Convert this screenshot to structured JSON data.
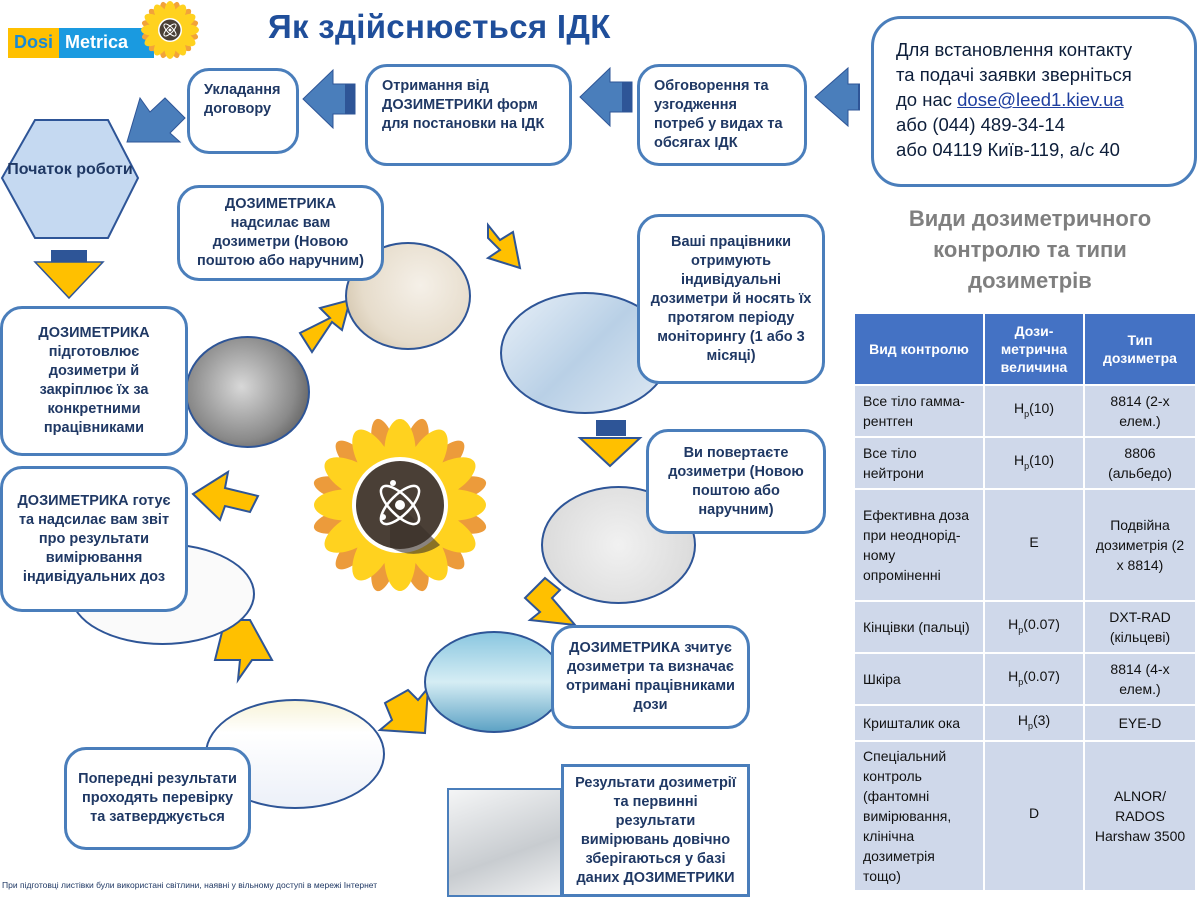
{
  "header": {
    "logo_part1": "Dosi",
    "logo_part2": "Metrica",
    "title": "Як здійснюється ІДК"
  },
  "contact": {
    "line1": "Для встановлення контакту",
    "line2": "та подачі заявки зверніться",
    "line3_prefix": "до нас ",
    "email": "dose@leed1.kiev.ua",
    "line4": "або (044) 489-34-14",
    "line5": "або 04119 Київ-119, а/с  40"
  },
  "flow": {
    "start": "Початок роботи",
    "steps": [
      "Обговорення та узгодження потреб у видах та обсягах ІДК",
      "Отримання від ДОЗИМЕТРИКИ форм для постановки на ІДК",
      "Укладання договору",
      "ДОЗИМЕТРИКА підготовлює дозиметри й закріплює їх за конкретними працівниками",
      "ДОЗИМЕТРИКА надсилає вам дозиметри (Новою поштою  або наручним)",
      "Ваші працівники отримують індивідуальні дозиметри й носять їх протягом періоду моніторингу (1 або 3 місяці)",
      "Ви повертаєте дозиметри (Новою поштою або наручним)",
      "ДОЗИМЕТРИКА зчитує дозиметри та визначає отримані працівниками дози",
      "Результати дозиметрії та первинні результати вимірювань довічно зберігаються у базі даних ДОЗИМЕТРИКИ",
      "Попередні результати проходять перевірку та затверджується",
      "ДОЗИМЕТРИКА готує та надсилає вам звіт про результати вимірювання індивідуальних доз"
    ]
  },
  "table_section": {
    "title": "Види дозиметричного контролю та типи дозиметрів",
    "headers": [
      "Вид контролю",
      "Дози-метрична величина",
      "Тип дозиметра"
    ],
    "rows": [
      {
        "type": "Все тіло гамма-рентген",
        "quantity_base": "H",
        "quantity_sub": "p",
        "quantity_arg": "(10)",
        "dosimeter": "8814 (2-х елем.)"
      },
      {
        "type": "Все тіло нейтрони",
        "quantity_base": "H",
        "quantity_sub": "p",
        "quantity_arg": "(10)",
        "dosimeter": "8806 (альбедо)"
      },
      {
        "type": "Ефективна доза при неоднорід-ному опроміненні",
        "quantity_base": "E",
        "quantity_sub": "",
        "quantity_arg": "",
        "dosimeter": "Подвійна дозиметрія (2 х 8814)"
      },
      {
        "type": "Кінцівки (пальці)",
        "quantity_base": "H",
        "quantity_sub": "p",
        "quantity_arg": "(0.07)",
        "dosimeter": "DXT-RAD (кільцеві)"
      },
      {
        "type": "Шкіра",
        "quantity_base": "H",
        "quantity_sub": "p",
        "quantity_arg": "(0.07)",
        "dosimeter": "8814 (4-х елем.)"
      },
      {
        "type": "Кришталик ока",
        "quantity_base": "H",
        "quantity_sub": "p",
        "quantity_arg": "(3)",
        "dosimeter": "EYE-D"
      },
      {
        "type": "Спеціальний контроль (фантомні вимірювання, клінічна дозиметрія тощо)",
        "quantity_base": "D",
        "quantity_sub": "",
        "quantity_arg": "",
        "dosimeter": "ALNOR/ RADOS Harshaw 3500"
      }
    ]
  },
  "footer": "При підготовці листівки були використані світлини, наявні у вільному доступі в мережі Інтернет",
  "colors": {
    "primary_blue": "#4a7ebb",
    "dark_text": "#1f3864",
    "arrow_yellow": "#ffc000",
    "arrow_blue": "#4a7ebb",
    "table_header": "#4472c4",
    "table_cell": "#cfd8ea"
  }
}
